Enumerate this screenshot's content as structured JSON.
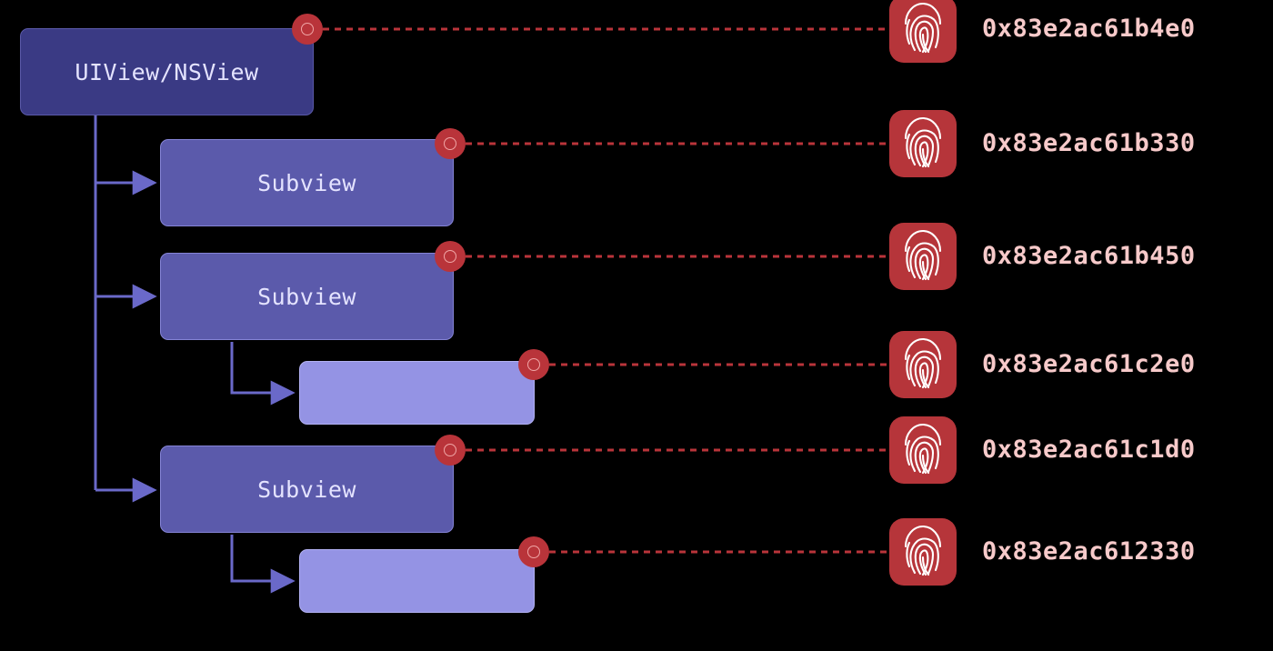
{
  "colors": {
    "background": "#000000",
    "root_fill": "#3a3a84",
    "subview_fill": "#5b5aab",
    "leaf_fill": "#9493e4",
    "connector": "#6a69c9",
    "link_dashes": "#b9343a",
    "address_text": "#f7caca"
  },
  "nodes": {
    "root": {
      "label": "UIView/NSView"
    },
    "subview_1": {
      "label": "Subview"
    },
    "subview_2": {
      "label": "Subview"
    },
    "leaf_1": {
      "label": ""
    },
    "subview_3": {
      "label": "Subview"
    },
    "leaf_2": {
      "label": ""
    }
  },
  "identifiers": [
    {
      "icon": "fingerprint-icon",
      "address": "0x83e2ac61b4e0"
    },
    {
      "icon": "fingerprint-icon",
      "address": "0x83e2ac61b330"
    },
    {
      "icon": "fingerprint-icon",
      "address": "0x83e2ac61b450"
    },
    {
      "icon": "fingerprint-icon",
      "address": "0x83e2ac61c2e0"
    },
    {
      "icon": "fingerprint-icon",
      "address": "0x83e2ac61c1d0"
    },
    {
      "icon": "fingerprint-icon",
      "address": "0x83e2ac612330"
    }
  ]
}
